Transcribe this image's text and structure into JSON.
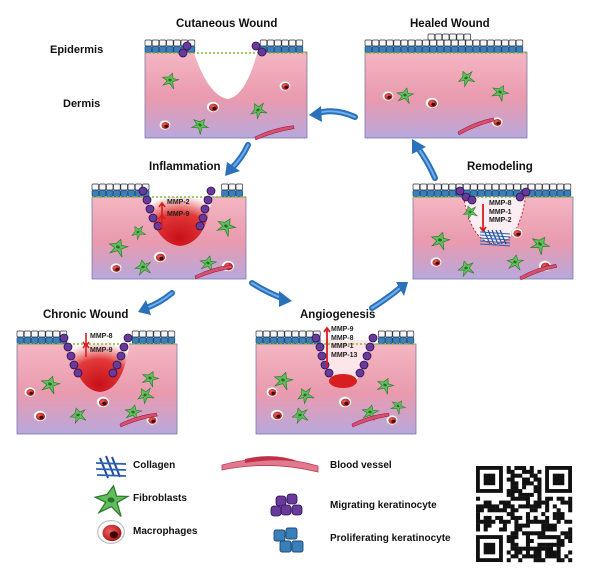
{
  "layers": {
    "epidermis": "Epidermis",
    "dermis": "Dermis"
  },
  "panels": {
    "cutaneous": {
      "title": "Cutaneous Wound"
    },
    "healed": {
      "title": "Healed Wound"
    },
    "inflammation": {
      "title": "Inflammation",
      "mmps": [
        "MMP-2",
        "MMP-9"
      ]
    },
    "remodeling": {
      "title": "Remodeling",
      "mmps": [
        "MMP-8",
        "MMP-1",
        "MMP-2"
      ]
    },
    "chronic": {
      "title": "Chronic Wound",
      "mmps": [
        "MMP-8",
        "MMP-9"
      ]
    },
    "angiogenesis": {
      "title": "Angiogenesis",
      "mmps": [
        "MMP-9",
        "MMP-8",
        "MMP-1",
        "MMP-13"
      ]
    }
  },
  "legend": {
    "collagen": "Collagen",
    "blood_vessel": "Blood vessel",
    "fibroblasts": "Fibroblasts",
    "migrating": "Migrating keratinocyte",
    "macrophages": "Macrophages",
    "proliferating": "Proliferating keratinocyte"
  },
  "colors": {
    "dermis_top": "#f0a8b8",
    "dermis_bottom": "#b9a6dc",
    "epidermis_cells": "#3a7fb8",
    "migrating_cells": "#6a3a9a",
    "fibroblast": "#5fbf5a",
    "macrophage": "#c81e1e",
    "arrow": "#2f78c4",
    "wound_red": "#d81e1e"
  }
}
